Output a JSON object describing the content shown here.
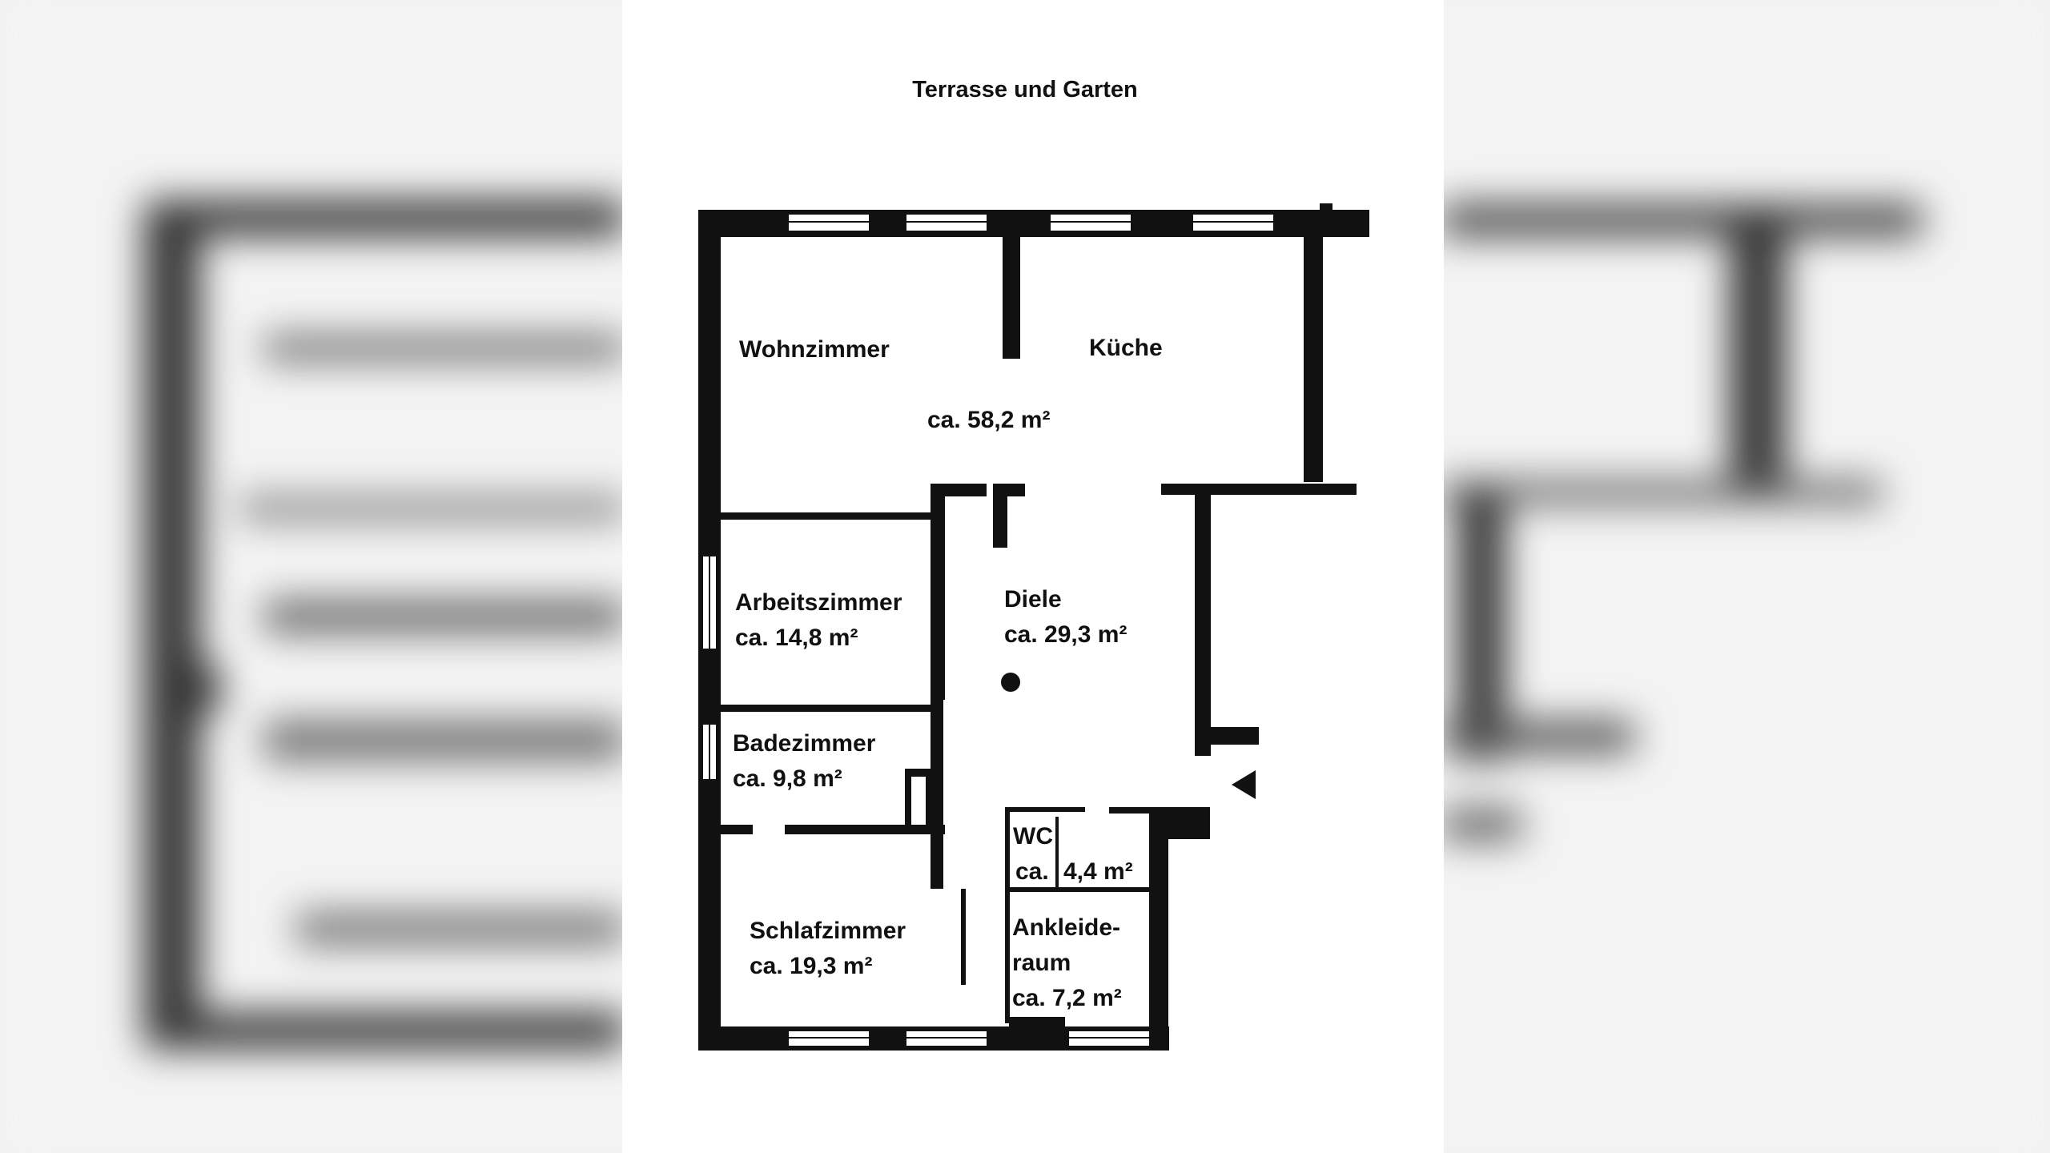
{
  "title": "Terrasse und Garten",
  "rooms": {
    "wohnzimmer": {
      "name": "Wohnzimmer"
    },
    "kueche": {
      "name": "Küche"
    },
    "wohnkueche_area": "ca. 58,2 m²",
    "arbeitszimmer": {
      "name": "Arbeitszimmer",
      "area": "ca. 14,8 m²"
    },
    "diele": {
      "name": "Diele",
      "area": "ca. 29,3 m²"
    },
    "badezimmer": {
      "name": "Badezimmer",
      "area": "ca. 9,8 m²"
    },
    "wc": {
      "name": "WC",
      "area_prefix": "ca.",
      "area_value": "4,4 m²"
    },
    "schlafzimmer": {
      "name": "Schlafzimmer",
      "area": "ca. 19,3 m²"
    },
    "ankleideraum": {
      "name_line1": "Ankleide-",
      "name_line2": "raum",
      "area": "ca. 7,2 m²"
    }
  },
  "icons": {
    "entrance": "entrance-arrow-icon",
    "column": "column-dot-icon"
  },
  "colors": {
    "wall": "#111111",
    "background": "#ffffff",
    "blurred_background": "#f2f2f2"
  }
}
